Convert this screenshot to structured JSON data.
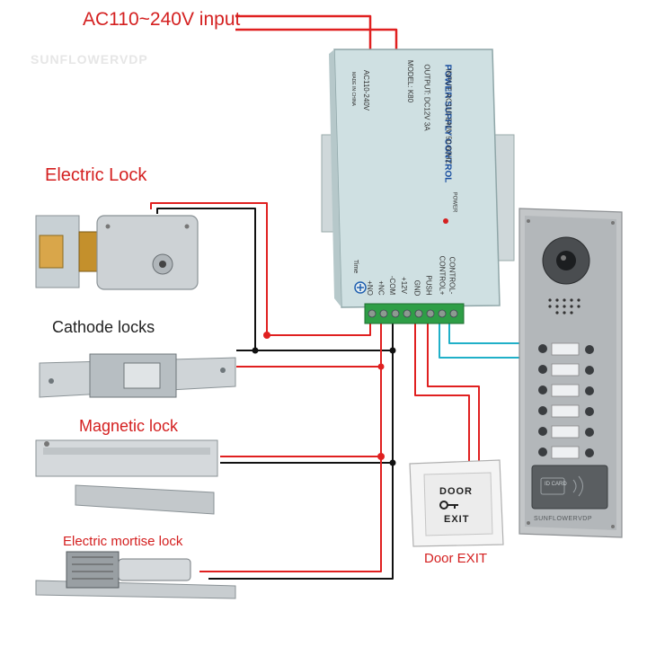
{
  "title": "AC110~240V input",
  "watermark": "SUNFLOWERVDP",
  "power_supply": {
    "heading": "POWER SUPPLY CONTROL",
    "input": "INPUT: AC110-240V 50-60HZ",
    "output": "OUTPUT: DC12V 3A",
    "model": "MODEL: K80",
    "voltage": "AC110-240V",
    "made_in": "MADE IN CHINA",
    "power_led": "POWER",
    "time": "Time",
    "terminals": [
      "+NO",
      "+NC",
      "-COM",
      "+12V",
      "GND",
      "PUSH",
      "CONTROL+",
      "CONTROL-"
    ]
  },
  "locks": {
    "electric": "Electric Lock",
    "cathode": "Cathode locks",
    "magnetic": "Magnetic lock",
    "mortise": "Electric mortise lock"
  },
  "exit_button": {
    "line1": "DOOR",
    "line2": "EXIT",
    "caption": "Door EXIT"
  },
  "panel": {
    "card_label": "ID CARD",
    "brand": "SUNFLOWERVDP"
  },
  "colors": {
    "accent": "#d42020",
    "wire_red": "#e02020",
    "wire_black": "#111111",
    "wire_cyan": "#20b0c8",
    "psu_body": "#cfe0e2",
    "terminal_green": "#2e9e46"
  }
}
